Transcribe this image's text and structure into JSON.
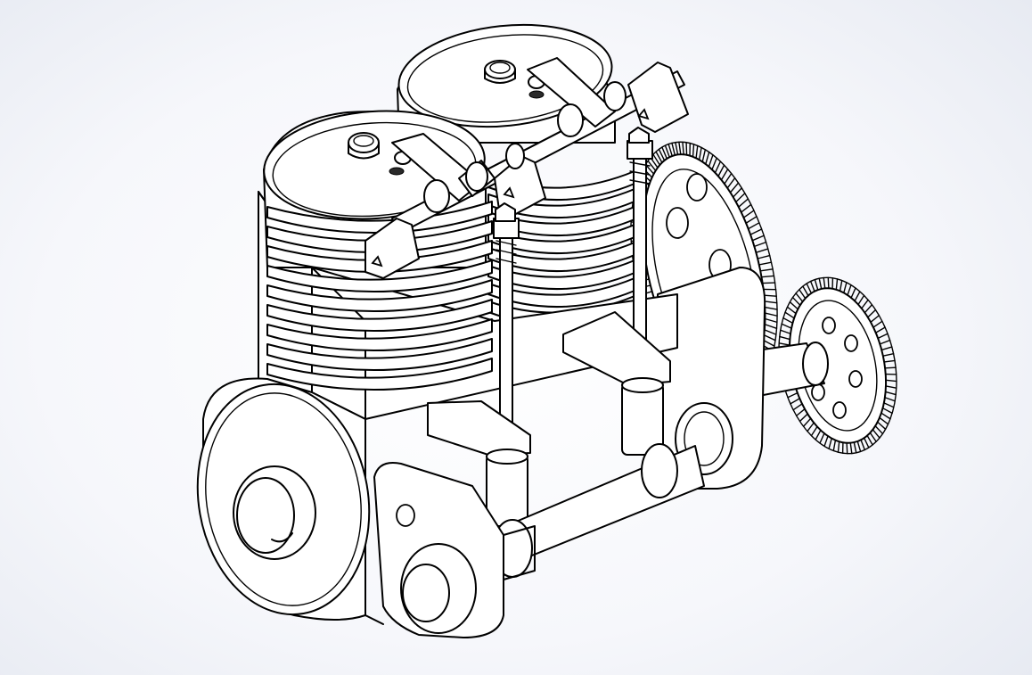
{
  "viewport": {
    "background_center": "#ffffff",
    "background_edge": "#d5dae5",
    "line_color": "#000000",
    "face_color": "#ffffff"
  },
  "model": {
    "render_style": "hidden-lines-removed",
    "components": [
      "cylinder-head-left",
      "cylinder-head-right",
      "cooling-fins-left",
      "cooling-fins-right",
      "rocker-arm-shaft",
      "rocker-arms",
      "push-rods",
      "tappets",
      "cam-followers",
      "crankcase",
      "front-end-plate",
      "crankshaft-boss",
      "camshaft",
      "camshaft-bearing-plate",
      "large-timing-gear",
      "small-timing-gear"
    ]
  }
}
